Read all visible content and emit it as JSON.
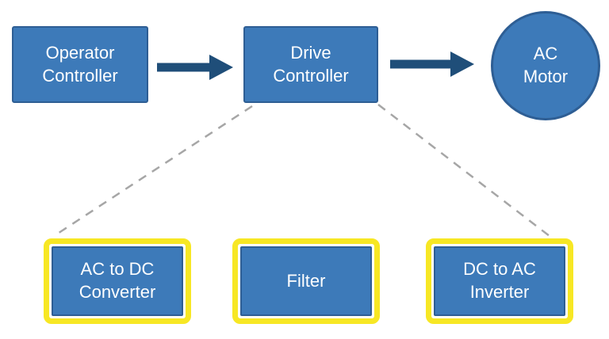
{
  "nodes": {
    "operator_controller": {
      "label": "Operator\nController"
    },
    "drive_controller": {
      "label": "Drive\nController"
    },
    "ac_motor": {
      "label": "AC\nMotor"
    },
    "ac_to_dc_converter": {
      "label": "AC to DC\nConverter"
    },
    "filter": {
      "label": "Filter"
    },
    "dc_to_ac_inverter": {
      "label": "DC to AC\nInverter"
    }
  },
  "connectors": {
    "arrow_operator_to_drive": "solid-arrow",
    "arrow_drive_to_motor": "solid-arrow",
    "dashed_drive_to_converter": "dashed-line",
    "dashed_drive_to_inverter": "dashed-line"
  },
  "colors": {
    "node_fill": "#3d7ab9",
    "node_border": "#2e5e94",
    "arrow": "#1f4e79",
    "highlight_border": "#f7e724",
    "dashed_line": "#a6a6a6",
    "label_text": "#ffffff",
    "background": "#ffffff"
  }
}
